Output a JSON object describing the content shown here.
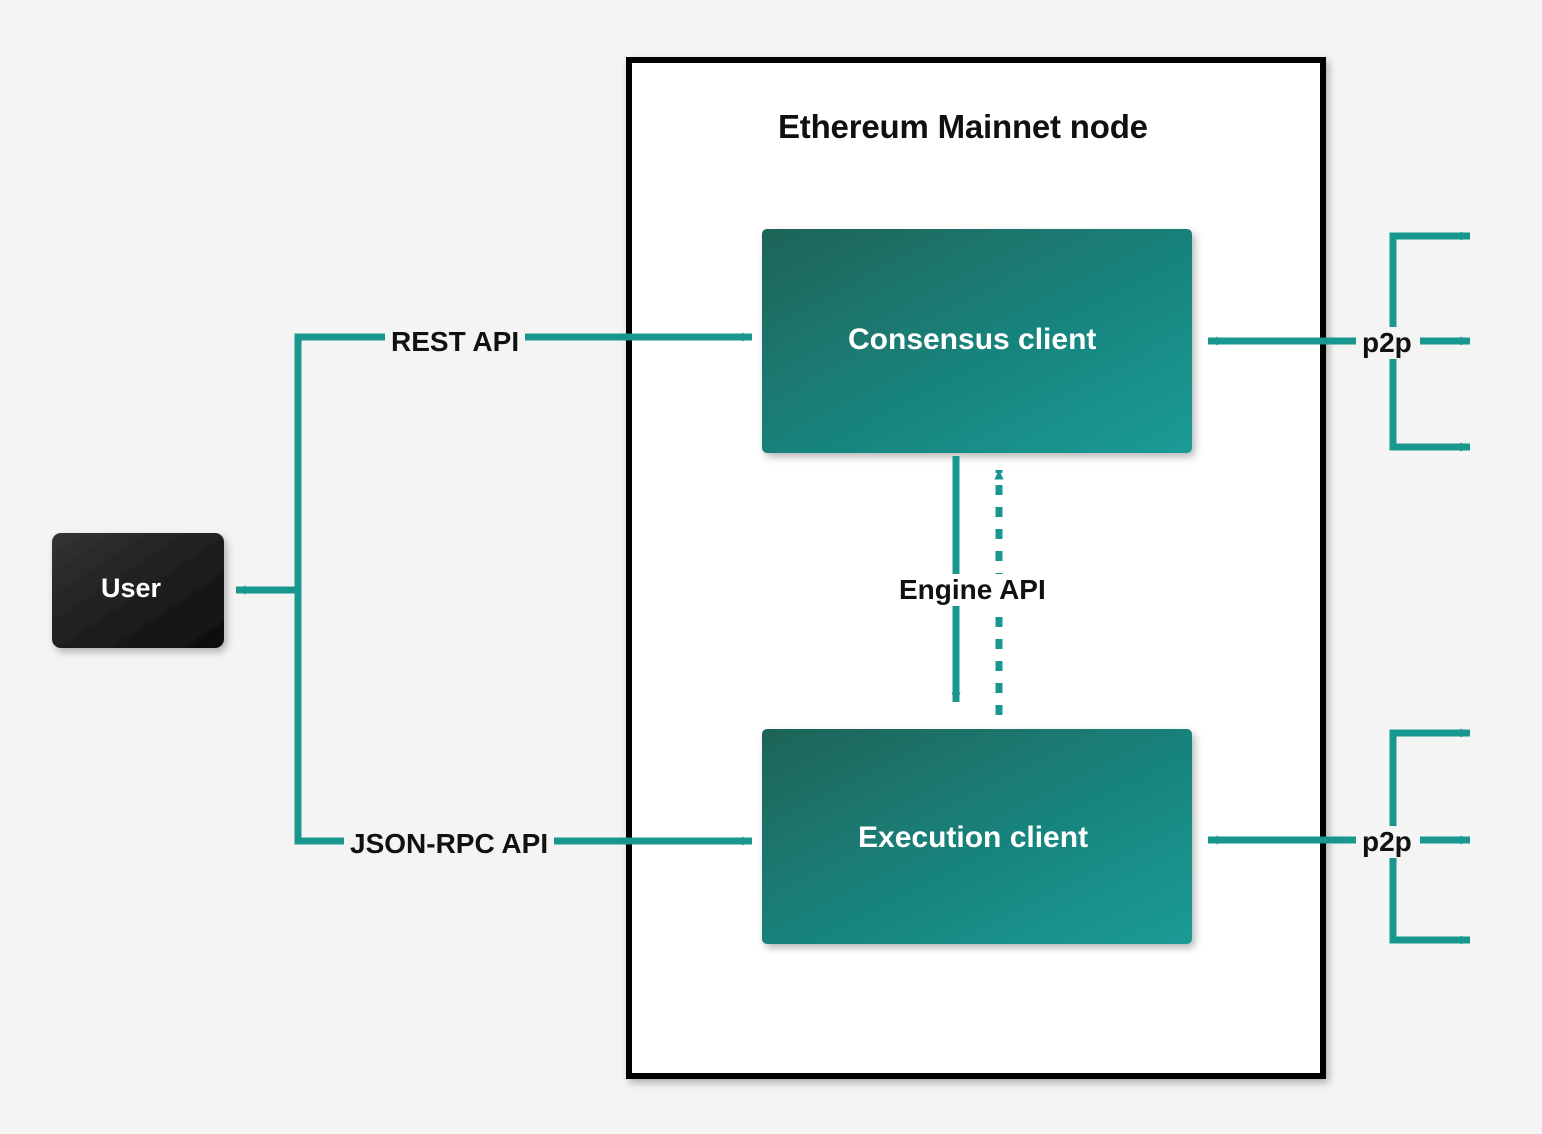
{
  "diagram": {
    "title": "Ethereum Mainnet node",
    "background_color": "#f4f4f4",
    "frame_color": "#000000",
    "frame_fill": "#ffffff",
    "accent_color": "#18978f",
    "node_box_gradient_from": "#1c6357",
    "node_box_gradient_to": "#1a9b96",
    "user_box_gradient_from": "#2e2e2e",
    "user_box_gradient_to": "#101010",
    "text_color": "#111111",
    "node_text_color": "#ffffff"
  },
  "nodes": {
    "user": {
      "label": "User"
    },
    "consensus": {
      "label": "Consensus client"
    },
    "execution": {
      "label": "Execution client"
    }
  },
  "edges": {
    "rest_api": {
      "label": "REST API"
    },
    "json_rpc_api": {
      "label": "JSON-RPC API"
    },
    "engine_api": {
      "label": "Engine API"
    },
    "p2p_consensus": {
      "label": "p2p"
    },
    "p2p_execution": {
      "label": "p2p"
    }
  }
}
